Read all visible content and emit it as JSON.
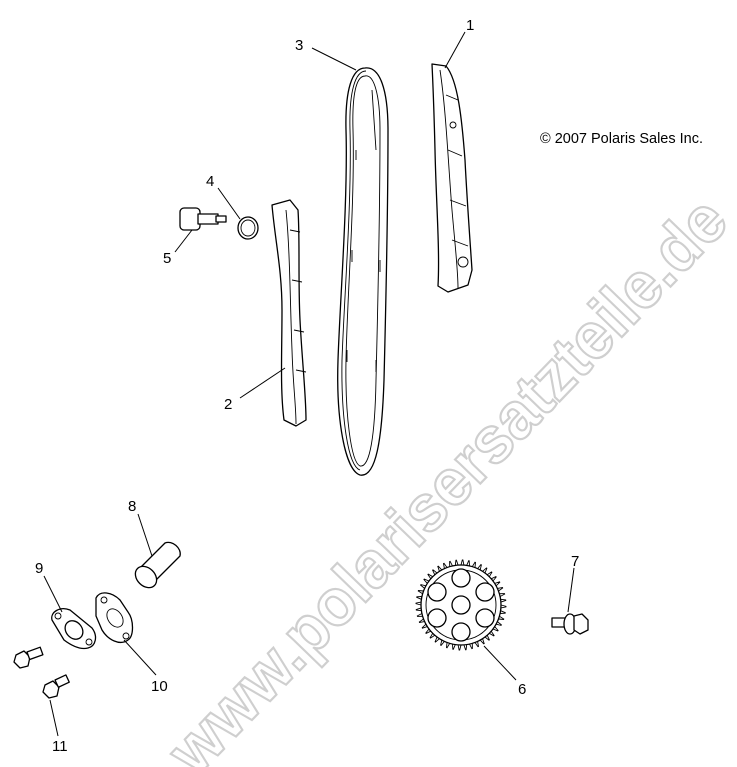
{
  "diagram": {
    "copyright": "© 2007 Polaris Sales Inc.",
    "watermark": "www.polarisersatzteile.de",
    "callouts": [
      "1",
      "2",
      "3",
      "4",
      "5",
      "6",
      "7",
      "8",
      "9",
      "10",
      "11"
    ],
    "colors": {
      "line": "#000000",
      "watermark": "#cfcfcf",
      "background": "#ffffff"
    }
  }
}
